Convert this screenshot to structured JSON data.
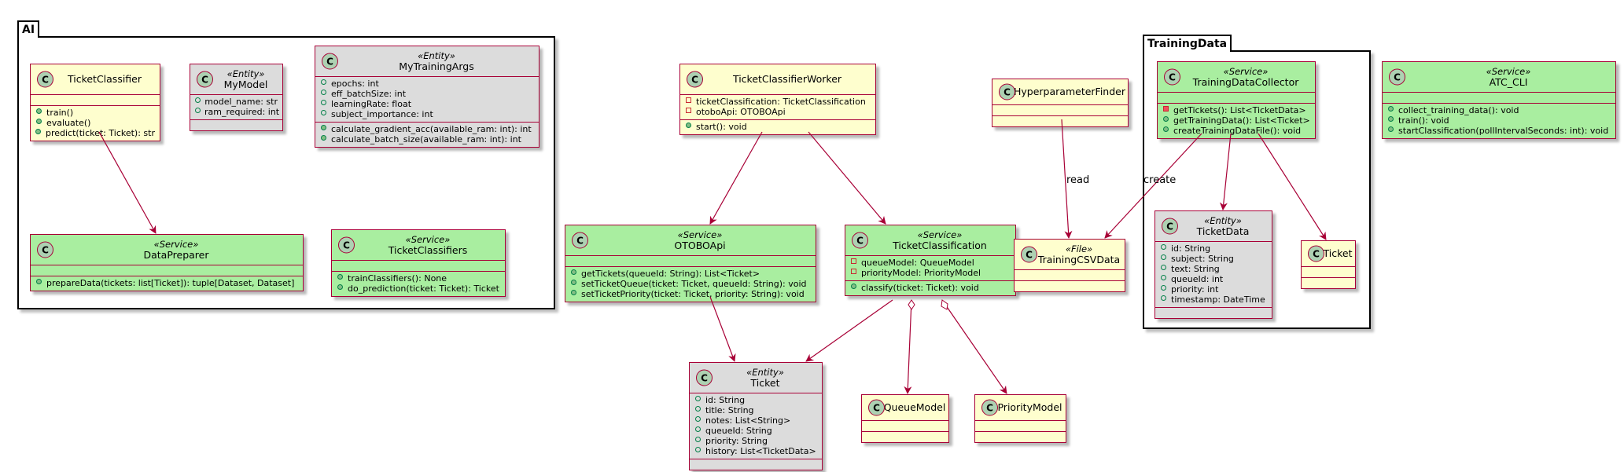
{
  "packages": {
    "ai": "AI",
    "training": "TrainingData"
  },
  "colors": {
    "service": "#a9eea0",
    "entity": "#dcdcdc",
    "plain": "#fefece",
    "border": "#a80036",
    "class_circle": "#add1b2"
  },
  "icon_names": {
    "class_marker": "class-c-icon"
  },
  "classes": {
    "ticket_classifier": {
      "icon": "C",
      "name": "TicketClassifier",
      "attrs": [],
      "methods": [
        "train()",
        "evaluate()",
        "predict(ticket: Ticket): str"
      ]
    },
    "my_model": {
      "icon": "C",
      "stereo": "«Entity»",
      "name": "MyModel",
      "attrs": [
        "model_name: str",
        "ram_required: int"
      ],
      "methods": []
    },
    "my_training_args": {
      "icon": "C",
      "stereo": "«Entity»",
      "name": "MyTrainingArgs",
      "attrs": [
        "epochs: int",
        "eff_batchSize: int",
        "learningRate: float",
        "subject_importance: int"
      ],
      "methods": [
        "calculate_gradient_acc(available_ram: int): int",
        "calculate_batch_size(available_ram: int): int"
      ]
    },
    "data_preparer": {
      "icon": "C",
      "stereo": "«Service»",
      "name": "DataPreparer",
      "attrs": [],
      "methods": [
        "prepareData(tickets: list[Ticket]): tuple[Dataset, Dataset]"
      ]
    },
    "ticket_classifiers": {
      "icon": "C",
      "stereo": "«Service»",
      "name": "TicketClassifiers",
      "attrs": [],
      "methods": [
        "trainClassifiers(): None",
        "do_prediction(ticket: Ticket): Ticket"
      ]
    },
    "worker": {
      "icon": "C",
      "name": "TicketClassifierWorker",
      "attrs": [
        "ticketClassification: TicketClassification",
        "otoboApi: OTOBOApi"
      ],
      "methods": [
        "start(): void"
      ]
    },
    "otobo_api": {
      "icon": "C",
      "stereo": "«Service»",
      "name": "OTOBOApi",
      "attrs": [],
      "methods": [
        "getTickets(queueId: String): List<Ticket>",
        "setTicketQueue(ticket: Ticket, queueId: String): void",
        "setTicketPriority(ticket: Ticket, priority: String): void"
      ]
    },
    "ticket_classification": {
      "icon": "C",
      "stereo": "«Service»",
      "name": "TicketClassification",
      "attrs": [
        "queueModel: QueueModel",
        "priorityModel: PriorityModel"
      ],
      "methods": [
        "classify(ticket: Ticket): void"
      ]
    },
    "ticket_entity": {
      "icon": "C",
      "stereo": "«Entity»",
      "name": "Ticket",
      "attrs": [
        "id: String",
        "title: String",
        "notes: List<String>",
        "queueId: String",
        "priority: String",
        "history: List<TicketData>"
      ],
      "methods": []
    },
    "queue_model": {
      "icon": "C",
      "name": "QueueModel",
      "attrs": [],
      "methods": []
    },
    "priority_model": {
      "icon": "C",
      "name": "PriorityModel",
      "attrs": [],
      "methods": []
    },
    "hyper_finder": {
      "icon": "C",
      "name": "HyperparameterFinder",
      "attrs": [],
      "methods": []
    },
    "training_csv": {
      "icon": "C",
      "stereo": "«File»",
      "name": "TrainingCSVData",
      "attrs": [],
      "methods": []
    },
    "collector": {
      "icon": "C",
      "stereo": "«Service»",
      "name": "TrainingDataCollector",
      "attrs": [],
      "methods": [
        "getTickets(): List<TicketData>",
        "getTrainingData(): List<Ticket>",
        "createTrainingDataFile(): void"
      ]
    },
    "ticket_data": {
      "icon": "C",
      "stereo": "«Entity»",
      "name": "TicketData",
      "attrs": [
        "id: String",
        "subject: String",
        "text: String",
        "queueId: int",
        "priority: int",
        "timestamp: DateTime"
      ],
      "methods": []
    },
    "ticket_small": {
      "icon": "C",
      "name": "Ticket",
      "attrs": [],
      "methods": []
    },
    "atc_cli": {
      "icon": "C",
      "stereo": "«Service»",
      "name": "ATC_CLI",
      "attrs": [],
      "methods": [
        "collect_training_data(): void",
        "train(): void",
        "startClassification(pollIntervalSeconds: int): void"
      ]
    }
  },
  "edge_labels": {
    "read": "read",
    "create": "create"
  }
}
